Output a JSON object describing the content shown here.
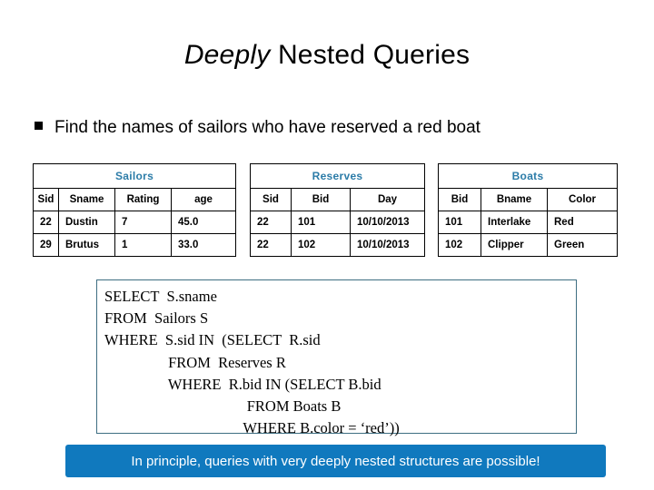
{
  "slide": {
    "title_italic": "Deeply",
    "title_rest": " Nested Queries",
    "bullet_icon": "square-bullet-icon",
    "bullet_text": "Find the names of sailors who have reserved a red boat",
    "banner_text": "In principle, queries with very deeply nested structures are possible!",
    "colors": {
      "banner_background": "#1079BE",
      "table_caption_text": "#2C7CA8",
      "sql_box_border": "#3E6E82",
      "text": "#000000"
    }
  },
  "tables": {
    "sailors": {
      "caption": "Sailors",
      "columns": [
        "Sid",
        "Sname",
        "Rating",
        "age"
      ],
      "rows": [
        [
          "22",
          "Dustin",
          "7",
          "45.0"
        ],
        [
          "29",
          "Brutus",
          "1",
          "33.0"
        ]
      ]
    },
    "reserves": {
      "caption": "Reserves",
      "columns": [
        "Sid",
        "Bid",
        "Day"
      ],
      "rows": [
        [
          "22",
          "101",
          "10/10/2013"
        ],
        [
          "22",
          "102",
          "10/10/2013"
        ]
      ]
    },
    "boats": {
      "caption": "Boats",
      "columns": [
        "Bid",
        "Bname",
        "Color"
      ],
      "rows": [
        [
          "101",
          "Interlake",
          "Red"
        ],
        [
          "102",
          "Clipper",
          "Green"
        ]
      ]
    }
  },
  "sql": {
    "lines": [
      "SELECT  S.sname",
      "FROM  Sailors S",
      "WHERE  S.sid IN  (SELECT  R.sid",
      "                 FROM  Reserves R",
      "                 WHERE  R.bid IN (SELECT B.bid",
      "                                      FROM Boats B",
      "                                     WHERE B.color = ‘red’))"
    ],
    "full_text": "SELECT  S.sname\nFROM  Sailors S\nWHERE  S.sid IN  (SELECT  R.sid\n                 FROM  Reserves R\n                 WHERE  R.bid IN (SELECT B.bid\n                                      FROM Boats B\n                                     WHERE B.color = ‘red’))"
  }
}
